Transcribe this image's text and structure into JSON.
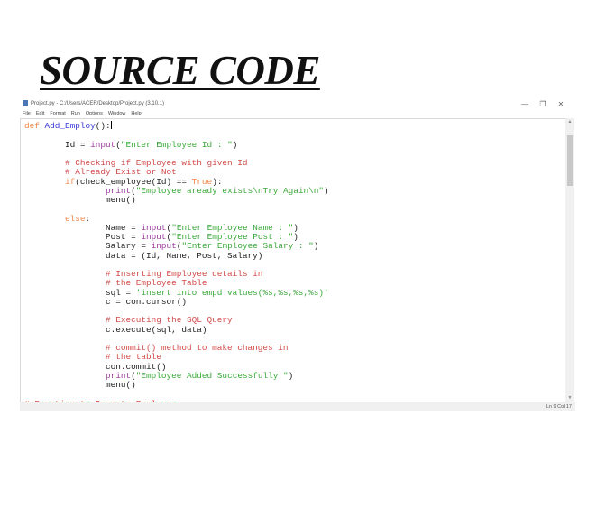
{
  "heading": "SOURCE CODE",
  "window": {
    "title": "Project.py - C:/Users/ACER/Desktop/Project.py (3.10.1)",
    "controls": {
      "minimize": "—",
      "restore": "❐",
      "close": "✕"
    },
    "menu": [
      "File",
      "Edit",
      "Format",
      "Run",
      "Options",
      "Window",
      "Help"
    ],
    "status": "Ln 9  Col 17",
    "scroll_up": "▲",
    "scroll_down": "▼"
  },
  "colors": {
    "keyword": "#f0884a",
    "def_name": "#3a3ad8",
    "builtin": "#9a3c9a",
    "string": "#3aa83a",
    "comment": "#d24a4a"
  },
  "code_lines": [
    [
      [
        "kw",
        "def "
      ],
      [
        "fn",
        "Add_Employ"
      ],
      [
        "",
        "():"
      ],
      [
        "cursor",
        ""
      ]
    ],
    [],
    [
      [
        "",
        "        Id = "
      ],
      [
        "bi",
        "input"
      ],
      [
        "",
        "("
      ],
      [
        "st",
        "\"Enter Employee Id : \""
      ],
      [
        "",
        ")"
      ]
    ],
    [],
    [
      [
        "cm",
        "        # Checking if Employee with given Id"
      ]
    ],
    [
      [
        "cm",
        "        # Already Exist or Not"
      ]
    ],
    [
      [
        "kw",
        "        if"
      ],
      [
        "",
        "(check_employee(Id) == "
      ],
      [
        "kw",
        "True"
      ],
      [
        "",
        "):"
      ]
    ],
    [
      [
        "",
        "                "
      ],
      [
        "bi",
        "print"
      ],
      [
        "",
        "("
      ],
      [
        "st",
        "\"Employee aready exists\\nTry Again\\n\""
      ],
      [
        "",
        ")"
      ]
    ],
    [
      [
        "",
        "                menu()"
      ]
    ],
    [],
    [
      [
        "kw",
        "        else"
      ],
      [
        "",
        ":"
      ]
    ],
    [
      [
        "",
        "                Name = "
      ],
      [
        "bi",
        "input"
      ],
      [
        "",
        "("
      ],
      [
        "st",
        "\"Enter Employee Name : \""
      ],
      [
        "",
        ")"
      ]
    ],
    [
      [
        "",
        "                Post = "
      ],
      [
        "bi",
        "input"
      ],
      [
        "",
        "("
      ],
      [
        "st",
        "\"Enter Employee Post : \""
      ],
      [
        "",
        ")"
      ]
    ],
    [
      [
        "",
        "                Salary = "
      ],
      [
        "bi",
        "input"
      ],
      [
        "",
        "("
      ],
      [
        "st",
        "\"Enter Employee Salary : \""
      ],
      [
        "",
        ")"
      ]
    ],
    [
      [
        "",
        "                data = (Id, Name, Post, Salary)"
      ]
    ],
    [],
    [
      [
        "cm",
        "                # Inserting Employee details in"
      ]
    ],
    [
      [
        "cm",
        "                # the Employee Table"
      ]
    ],
    [
      [
        "",
        "                sql = "
      ],
      [
        "st",
        "'insert into empd values(%s,%s,%s,%s)'"
      ]
    ],
    [
      [
        "",
        "                c = con.cursor()"
      ]
    ],
    [],
    [
      [
        "cm",
        "                # Executing the SQL Query"
      ]
    ],
    [
      [
        "",
        "                c.execute(sql, data)"
      ]
    ],
    [],
    [
      [
        "cm",
        "                # commit() method to make changes in"
      ]
    ],
    [
      [
        "cm",
        "                # the table"
      ]
    ],
    [
      [
        "",
        "                con.commit()"
      ]
    ],
    [
      [
        "",
        "                "
      ],
      [
        "bi",
        "print"
      ],
      [
        "",
        "("
      ],
      [
        "st",
        "\"Employee Added Successfully \""
      ],
      [
        "",
        ")"
      ]
    ],
    [
      [
        "",
        "                menu()"
      ]
    ],
    [],
    [
      [
        "cm",
        "# Function to Promote Employee"
      ]
    ]
  ]
}
